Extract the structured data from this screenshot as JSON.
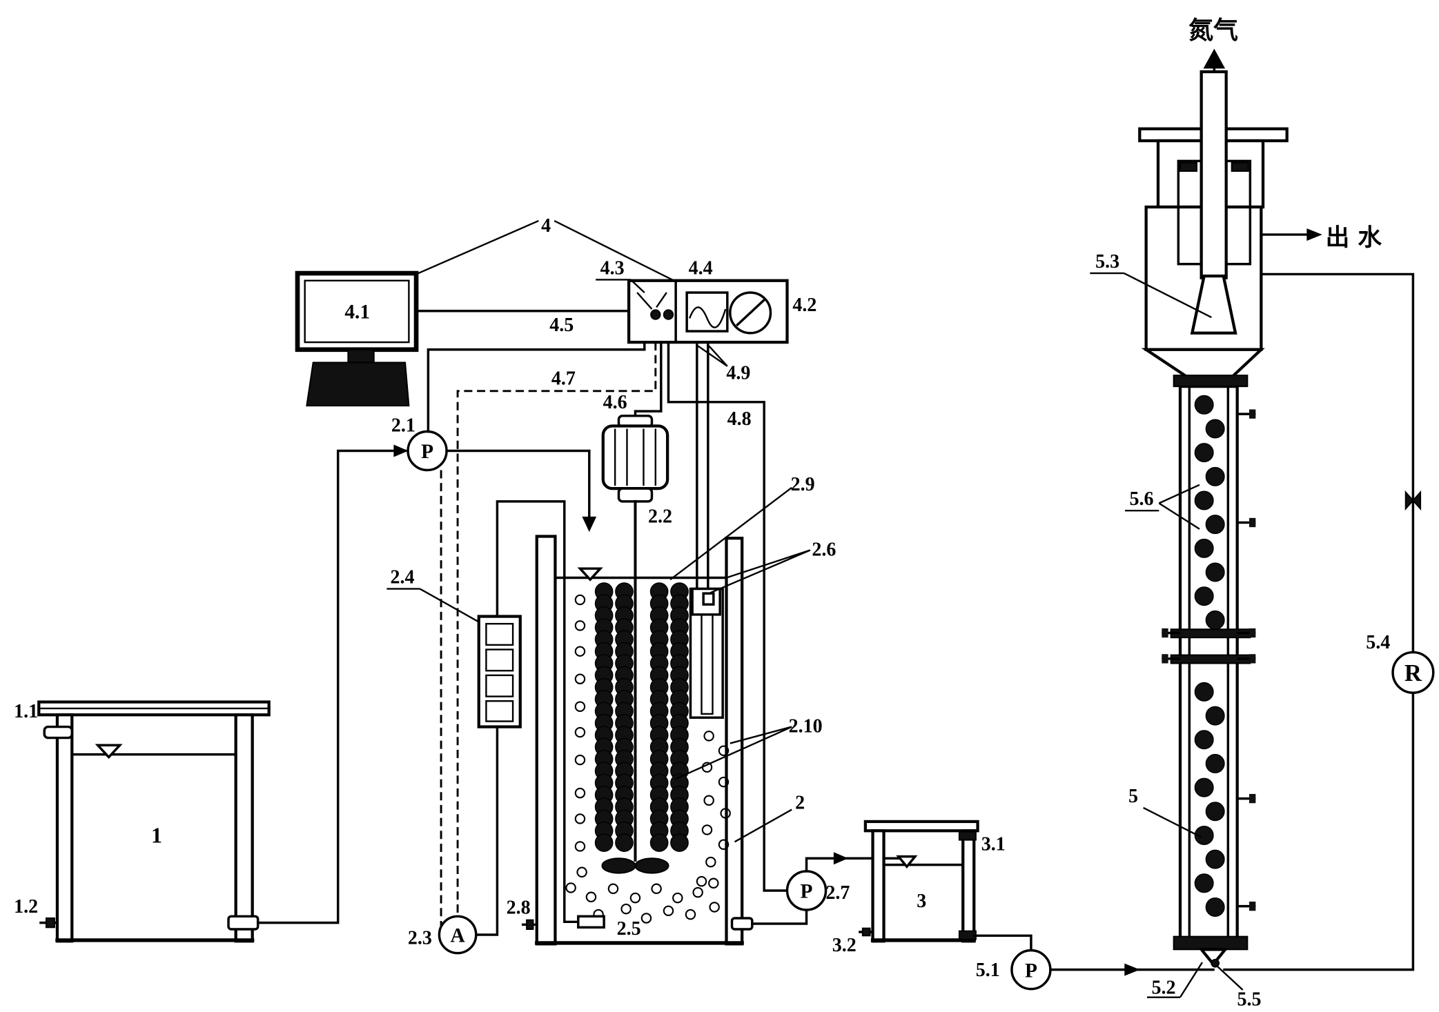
{
  "labels": {
    "nitrogen": "氮气",
    "effluent": "出 水",
    "l1": "1",
    "l1_1": "1.1",
    "l1_2": "1.2",
    "l2": "2",
    "l2_1": "2.1",
    "l2_2": "2.2",
    "l2_3": "2.3",
    "l2_4": "2.4",
    "l2_5": "2.5",
    "l2_6": "2.6",
    "l2_7": "2.7",
    "l2_8": "2.8",
    "l2_9": "2.9",
    "l2_10": "2.10",
    "l3": "3",
    "l3_1": "3.1",
    "l3_2": "3.2",
    "l4": "4",
    "l4_1": "4.1",
    "l4_2": "4.2",
    "l4_3": "4.3",
    "l4_4": "4.4",
    "l4_5": "4.5",
    "l4_6": "4.6",
    "l4_7": "4.7",
    "l4_8": "4.8",
    "l4_9": "4.9",
    "l5": "5",
    "l5_1": "5.1",
    "l5_2": "5.2",
    "l5_3": "5.3",
    "l5_4": "5.4",
    "l5_5": "5.5",
    "l5_6": "5.6"
  },
  "symbols": {
    "pump": "P",
    "air_pump": "A",
    "rotameter": "R"
  },
  "icons": {
    "level_marker": "inverted-triangle-icon",
    "gauge": "dial-gauge-icon",
    "valve": "valve-icon"
  }
}
